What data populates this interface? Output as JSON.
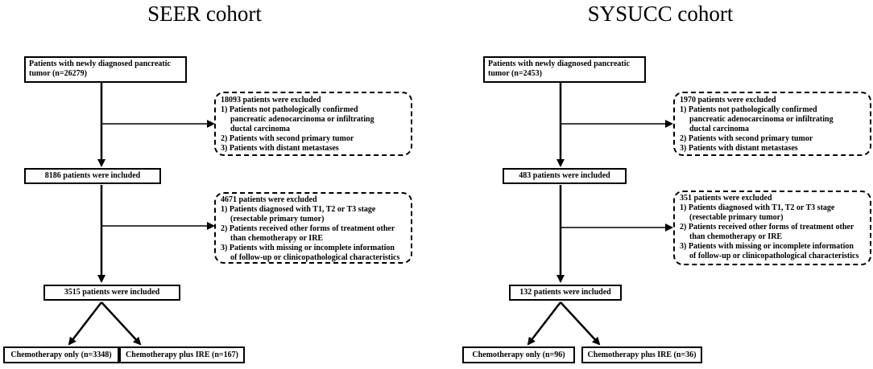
{
  "panels": [
    {
      "title": "SEER cohort",
      "start_box": [
        "Patients with newly diagnosed pancreatic",
        "tumor (n=26279)"
      ],
      "exclusion_1": {
        "header": "18093 patients were excluded",
        "items": [
          [
            "1)  Patients not pathologically confirmed",
            "pancreatic  adenocarcinoma  or infiltrating",
            "ductal carcinoma"
          ],
          [
            "2)  Patients with second primary  tumor"
          ],
          [
            "3)  Patients with distant metastases"
          ]
        ]
      },
      "included_1": "8186 patients were included",
      "exclusion_2": {
        "header": "4671 patients were excluded",
        "items": [
          [
            "1)  Patients diagnosed with  T1, T2 or T3 stage",
            "(resectable primary  tumor)"
          ],
          [
            "2)  Patients received other forms of treatment other",
            "than chemotherapy  or IRE"
          ],
          [
            "3)  Patients with missing or incomplete information",
            "of follow-up  or clinicopathological characteristics"
          ]
        ]
      },
      "included_2": "3515 patients were included",
      "outcome_left": "Chemotherapy only (n=3348)",
      "outcome_right": "Chemotherapy plus IRE (n=167)"
    },
    {
      "title": "SYSUCC cohort",
      "start_box": [
        "Patients with newly diagnosed pancreatic",
        "tumor (n=2453)"
      ],
      "exclusion_1": {
        "header": "1970 patients were excluded",
        "items": [
          [
            "1)  Patients not pathologically  confirmed",
            "pancreatic  adenocarcinoma  or infiltrating",
            "ductal carcinoma"
          ],
          [
            "2)  Patients with second primary  tumor"
          ],
          [
            "3)  Patients with distant  metastases"
          ]
        ]
      },
      "included_1": "483 patients were included",
      "exclusion_2": {
        "header": "351 patients were excluded",
        "items": [
          [
            "1)  Patients diagnosed with  T1, T2 or T3 stage",
            "(resectable primary  tumor)"
          ],
          [
            "2)  Patients received other forms of treatment other",
            "than chemotherapy or IRE"
          ],
          [
            "3)  Patients with missing or incomplete information",
            "of follow-up  or clinicopathological  characteristics"
          ]
        ]
      },
      "included_2": "132 patients were included",
      "outcome_left": "Chemotherapy  only (n=96)",
      "outcome_right": "Chemotherapy  plus IRE (n=36)"
    }
  ]
}
